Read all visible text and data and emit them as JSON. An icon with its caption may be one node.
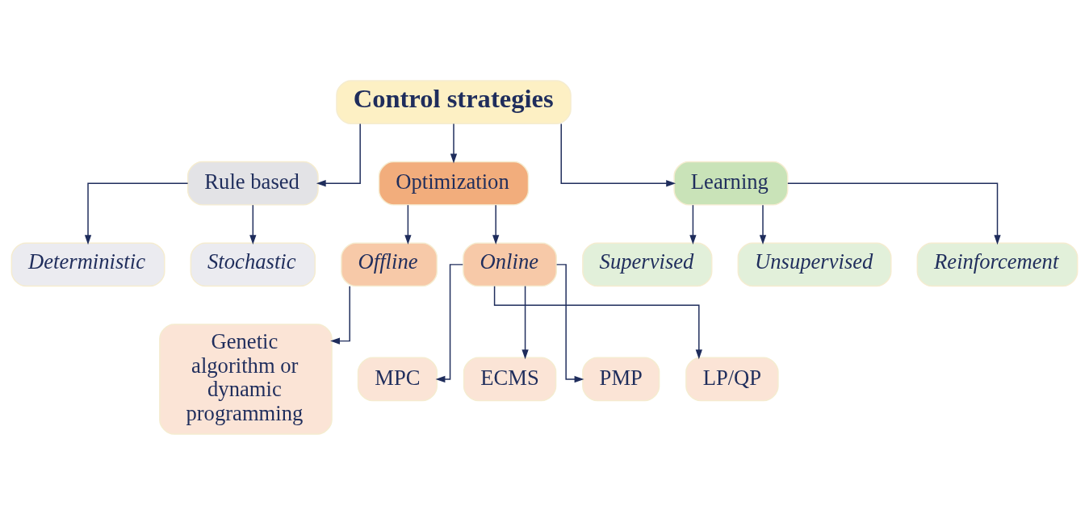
{
  "diagram": {
    "nodes": [
      {
        "text": [
          "Control strategies"
        ]
      },
      {
        "text": [
          "Rule based"
        ]
      },
      {
        "text": [
          "Optimization"
        ]
      },
      {
        "text": [
          "Learning"
        ]
      },
      {
        "text": [
          "Deterministic"
        ]
      },
      {
        "text": [
          "Stochastic"
        ]
      },
      {
        "text": [
          "Offline"
        ]
      },
      {
        "text": [
          "Online"
        ]
      },
      {
        "text": [
          "Genetic algorithm or dynamic programming"
        ]
      },
      {
        "text": [
          "MPC"
        ]
      },
      {
        "text": [
          "ECMS"
        ]
      },
      {
        "text": [
          "PMP"
        ]
      },
      {
        "text": [
          "LP/QP"
        ]
      },
      {
        "text": [
          "Supervised"
        ]
      },
      {
        "text": [
          "Unsupervised"
        ]
      },
      {
        "text": [
          "Reinforcement"
        ]
      }
    ],
    "edges": [
      {
        "from": 0,
        "to": 1,
        "arrow": "to"
      },
      {
        "from": 0,
        "to": 2,
        "arrow": "to"
      },
      {
        "from": 0,
        "to": 3,
        "arrow": "to"
      },
      {
        "from": 1,
        "to": 4,
        "arrow": "to"
      },
      {
        "from": 1,
        "to": 5,
        "arrow": "to"
      },
      {
        "from": 2,
        "to": 6,
        "arrow": "to"
      },
      {
        "from": 2,
        "to": 7,
        "arrow": "to"
      },
      {
        "from": 6,
        "to": 8,
        "arrow": "to"
      },
      {
        "from": 7,
        "to": 9,
        "arrow": "to"
      },
      {
        "from": 7,
        "to": 10,
        "arrow": "to"
      },
      {
        "from": 7,
        "to": 11,
        "arrow": "to"
      },
      {
        "from": 7,
        "to": 12,
        "arrow": "to"
      },
      {
        "from": 3,
        "to": 13,
        "arrow": "to"
      },
      {
        "from": 3,
        "to": 14,
        "arrow": "to"
      },
      {
        "from": 3,
        "to": 15,
        "arrow": "to"
      }
    ]
  }
}
